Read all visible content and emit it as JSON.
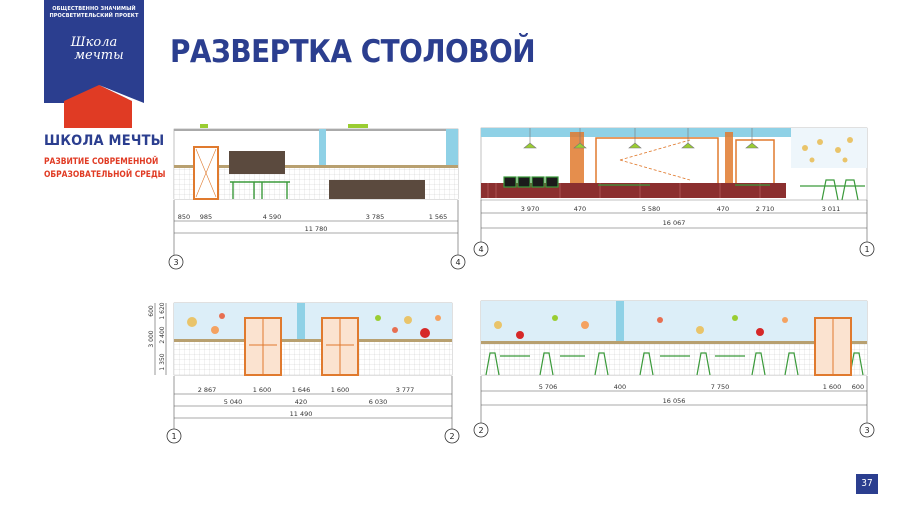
{
  "brand": {
    "line1": "ОБЩЕСТВЕННО ЗНАЧИМЫЙ",
    "line2": "ПРОСВЕТИТЕЛЬСКИЙ ПРОЕКТ",
    "logo_line1": "Школа",
    "logo_line2": "мечты",
    "name": "ШКОЛА МЕЧТЫ",
    "tagline1": "РАЗВИТИЕ СОВРЕМЕННОЙ",
    "tagline2": "ОБРАЗОВАТЕЛЬНОЙ СРЕДЫ"
  },
  "title": "РАЗВЕРТКА СТОЛОВОЙ",
  "page_number": "37",
  "colors": {
    "brand_blue": "#2b3e8f",
    "brand_red": "#e03b24",
    "wall_cyan": "#8fd1e6",
    "door_orange": "#e07a2e",
    "furniture_green": "#3a9a3a",
    "counter_brown": "#5b4a3e",
    "olive_band": "#b8a070"
  },
  "elevations": [
    {
      "id": "a",
      "segments": [
        "850",
        "985",
        "4 590",
        "3 785",
        "1 565"
      ],
      "total": "11 780",
      "axis_left": "3",
      "axis_right": "4"
    },
    {
      "id": "b",
      "segments": [
        "3 970",
        "470",
        "5 580",
        "470",
        "2 710",
        "3 011"
      ],
      "total": "16 067",
      "axis_left": "4",
      "axis_right": "1"
    },
    {
      "id": "c",
      "segments": [
        "2 867",
        "1 600",
        "1 646",
        "1 600",
        "3 777"
      ],
      "second_row": [
        "5 040",
        "420",
        "6 030"
      ],
      "total": "11 490",
      "axis_left": "1",
      "axis_right": "2",
      "vertical": [
        "3 000",
        "1 350",
        "2 400",
        "1 620",
        "600"
      ]
    },
    {
      "id": "d",
      "segments": [
        "5 706",
        "400",
        "7 750",
        "1 600",
        "600"
      ],
      "total": "16 056",
      "axis_left": "2",
      "axis_right": "3"
    }
  ]
}
